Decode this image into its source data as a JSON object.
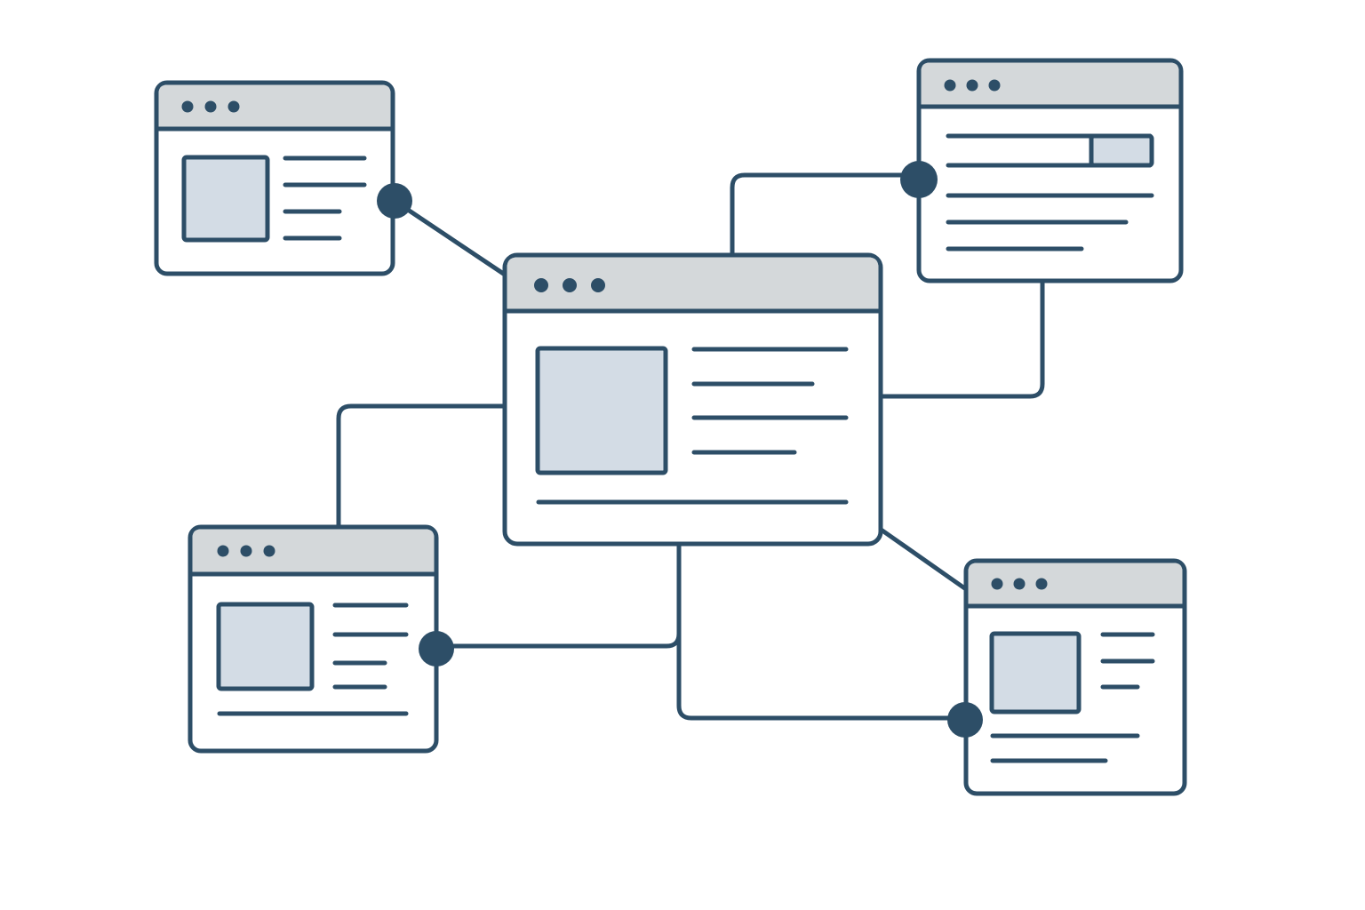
{
  "diagram": {
    "colors": {
      "stroke": "#2d4e67",
      "header": "#d4d8da",
      "image": "#d3dce5",
      "background": "#ffffff"
    },
    "windows": [
      {
        "id": "top-left",
        "content": "image-and-text-lines"
      },
      {
        "id": "top-right",
        "content": "input-field-and-text-lines"
      },
      {
        "id": "center",
        "content": "image-and-text-lines"
      },
      {
        "id": "bottom-left",
        "content": "image-and-text-lines"
      },
      {
        "id": "bottom-right",
        "content": "image-and-text-lines"
      }
    ]
  }
}
